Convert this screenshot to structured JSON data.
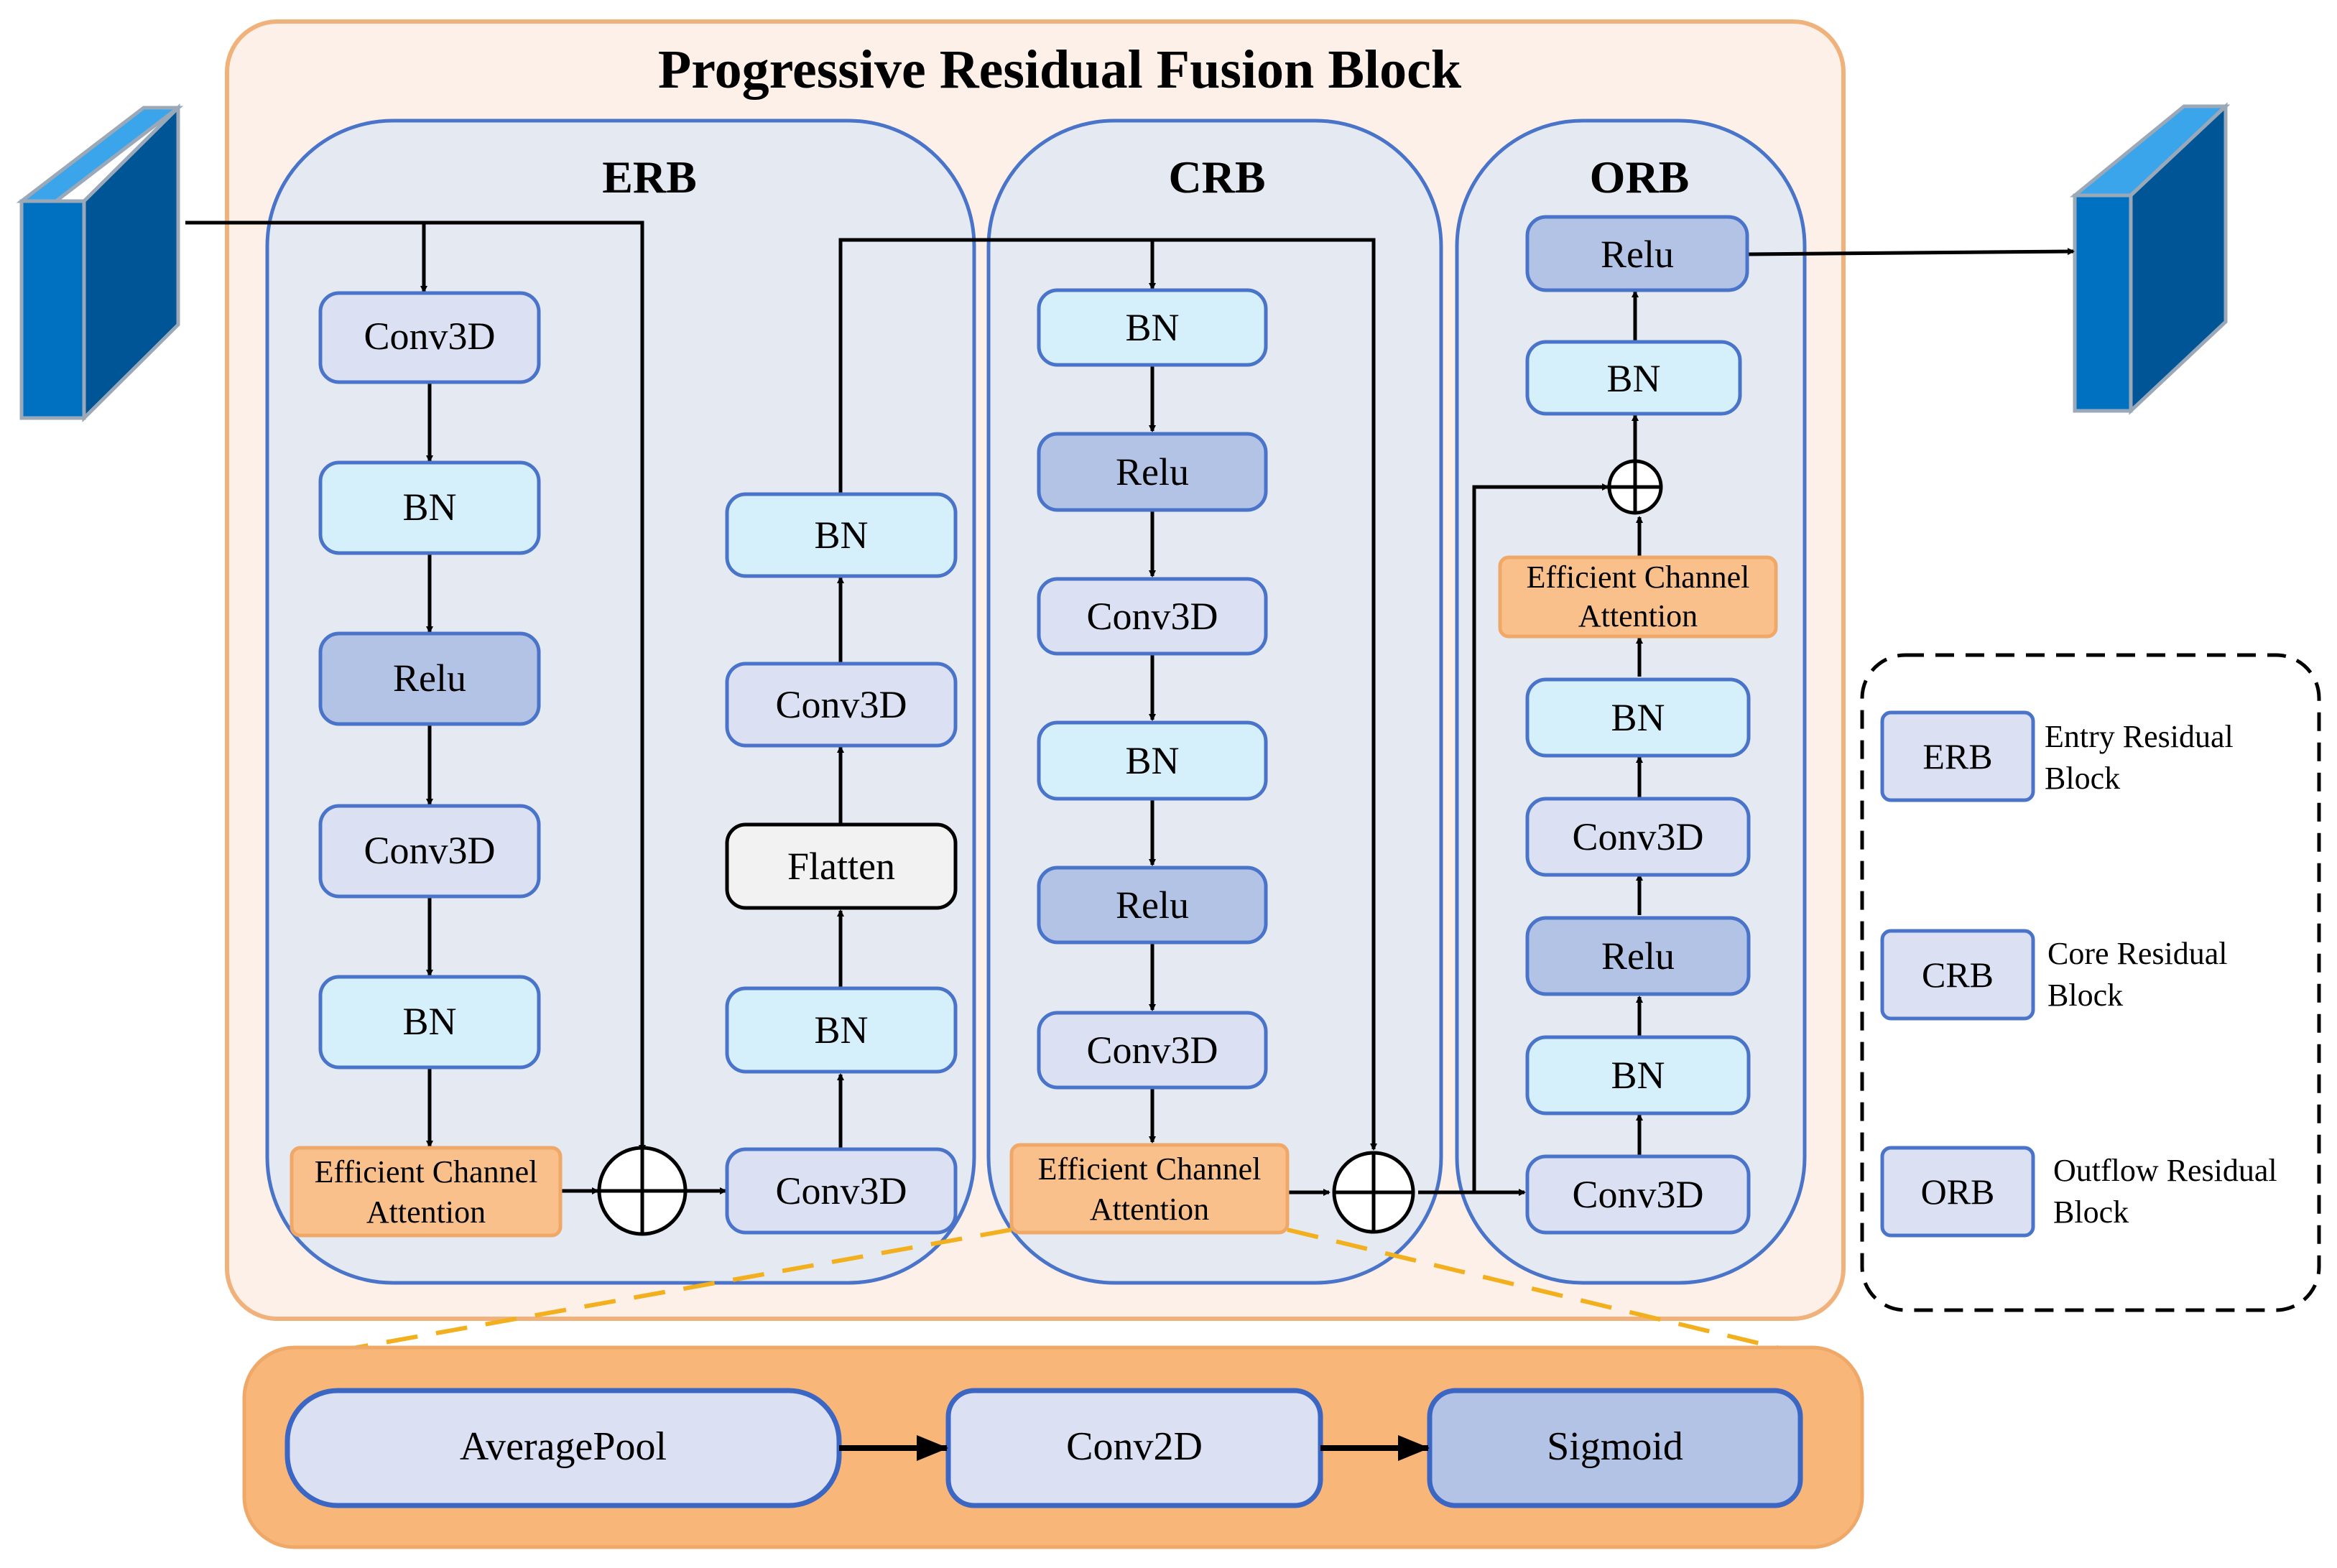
{
  "title": "Progressive Residual Fusion Block",
  "colors": {
    "outer_fill": "#fdf0e8",
    "outer_stroke": "#f0b27a",
    "block_fill": "#e4e9f2",
    "block_stroke": "#4a74c9",
    "conv_fill": "#dbe0f3",
    "bn_fill": "#d6f0fb",
    "relu_fill": "#b3c3e6",
    "eca_fill": "#f9c08c",
    "eca_stroke": "#f0a868",
    "flatten_fill": "#f2f2f2",
    "bottom_fill": "#f8b778",
    "dash_orange": "#f2b01e",
    "cube_front": "#0070c0",
    "cube_top": "#3aa5ea",
    "cube_side": "#005596"
  },
  "icons": [
    "input-feature-cube-icon",
    "output-feature-cube-icon",
    "sum-circle-icon"
  ],
  "blocks": {
    "erb": {
      "title": "ERB",
      "main_path": [
        "Conv3D",
        "BN",
        "Relu",
        "Conv3D",
        "BN",
        "Efficient Channel Attention"
      ],
      "secondary_path": [
        "Conv3D",
        "BN",
        "Flatten",
        "Conv3D",
        "BN"
      ]
    },
    "crb": {
      "title": "CRB",
      "path": [
        "BN",
        "Relu",
        "Conv3D",
        "BN",
        "Relu",
        "Conv3D",
        "Efficient Channel Attention"
      ]
    },
    "orb": {
      "title": "ORB",
      "path": [
        "Conv3D",
        "BN",
        "Relu",
        "Conv3D",
        "BN",
        "Efficient Channel Attention",
        "BN",
        "Relu"
      ]
    }
  },
  "legend": [
    {
      "abbr": "ERB",
      "desc": "Entry Residual Block"
    },
    {
      "abbr": "CRB",
      "desc": "Core Residual Block"
    },
    {
      "abbr": "ORB",
      "desc": "Outflow Residual Block"
    }
  ],
  "eca_detail": [
    "AveragePool",
    "Conv2D",
    "Sigmoid"
  ]
}
